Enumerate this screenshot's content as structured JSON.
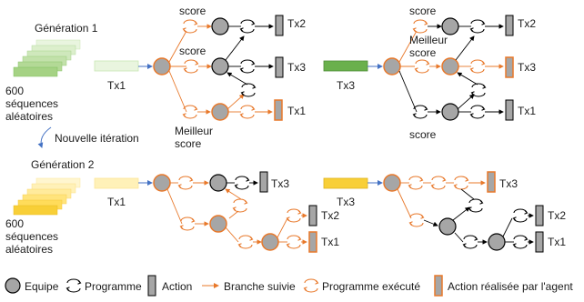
{
  "generation1": {
    "title": "Génération 1",
    "sequence_count": "600",
    "sequence_label_line1": "séquences",
    "sequence_label_line2": "aléatoires",
    "input_tx": "Tx1",
    "score_label": "score",
    "best_score_line1": "Meilleur",
    "best_score_line2": "score",
    "actions": [
      "Tx2",
      "Tx3",
      "Tx1"
    ],
    "second_input_tx": "Tx3",
    "second_best_line1": "Meilleur",
    "second_best_line2": "score",
    "second_actions": [
      "Tx2",
      "Tx3",
      "Tx1"
    ]
  },
  "iteration_label": "Nouvelle itération",
  "generation2": {
    "title": "Génération 2",
    "sequence_count": "600",
    "sequence_label_line1": "séquences",
    "sequence_label_line2": "aléatoires",
    "input_tx": "Tx1",
    "actions": [
      "Tx3",
      "Tx2",
      "Tx1"
    ],
    "second_input_tx": "Tx3",
    "second_actions": [
      "Tx3",
      "Tx2",
      "Tx1"
    ]
  },
  "legend": {
    "team": "Equipe",
    "program": "Programme",
    "action": "Action",
    "followed_branch": "Branche suivie",
    "executed_program": "Programme exécuté",
    "agent_action": "Action réalisée par l'agent"
  },
  "colors": {
    "orange": "#e8782a",
    "gray_fill": "#a6a6a6",
    "green_light": "#c9e6b4",
    "green_dark": "#6ab04c",
    "yellow_light": "#fff1b0",
    "yellow_dark": "#f2c200",
    "blue_arrow": "#4472c4"
  }
}
